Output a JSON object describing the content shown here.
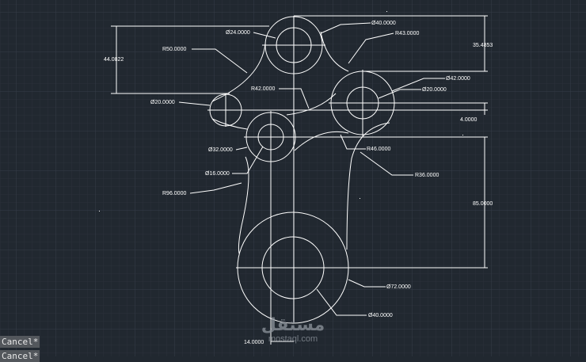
{
  "colors": {
    "background": "#212830",
    "grid_minor": "#2a313a",
    "grid_major": "#353d47",
    "geometry": "#ffffff",
    "command_bg": "#53575c"
  },
  "dimensions": [
    {
      "id": "d-44",
      "text": "44.0822"
    },
    {
      "id": "d-r50",
      "text": "R50.0000"
    },
    {
      "id": "d-o24",
      "text": "Ø24.0000"
    },
    {
      "id": "d-o40top",
      "text": "Ø40.0000"
    },
    {
      "id": "d-r43",
      "text": "R43.0000"
    },
    {
      "id": "d-35",
      "text": "35.4853"
    },
    {
      "id": "d-r42",
      "text": "R42.0000"
    },
    {
      "id": "d-o42",
      "text": "Ø42.0000"
    },
    {
      "id": "d-o20r",
      "text": "Ø20.0000"
    },
    {
      "id": "d-o20l",
      "text": "Ø20.0000"
    },
    {
      "id": "d-4",
      "text": "4.0000"
    },
    {
      "id": "d-o32",
      "text": "Ø32.0000"
    },
    {
      "id": "d-r46",
      "text": "R46.0000"
    },
    {
      "id": "d-o16",
      "text": "Ø16.0000"
    },
    {
      "id": "d-r36",
      "text": "R36.0000"
    },
    {
      "id": "d-r96",
      "text": "R96.0000"
    },
    {
      "id": "d-85",
      "text": "85.0000"
    },
    {
      "id": "d-o72",
      "text": "Ø72.0000"
    },
    {
      "id": "d-o40bot",
      "text": "Ø40.0000"
    },
    {
      "id": "d-14",
      "text": "14.0000"
    }
  ],
  "command_line": {
    "line1": "Cancel*",
    "line2": "Cancel*"
  },
  "watermark": {
    "arabic": "مستقل",
    "url": "mostaql.com"
  }
}
